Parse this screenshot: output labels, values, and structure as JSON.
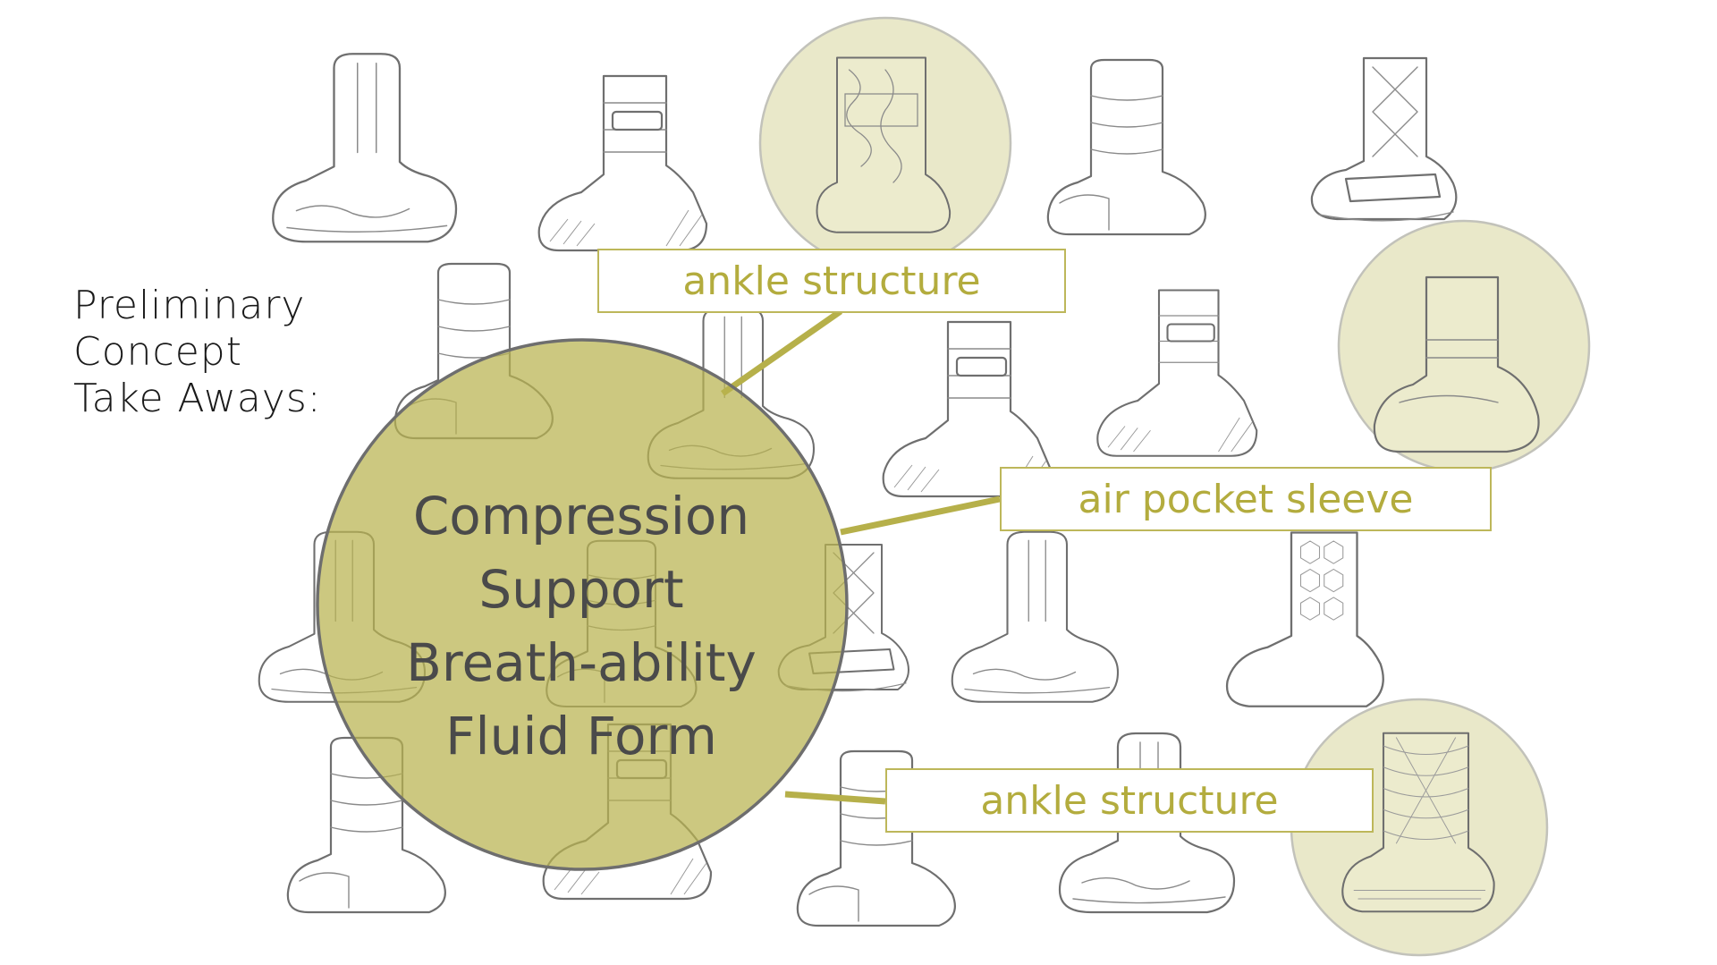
{
  "heading": {
    "lines": [
      "Preliminary",
      "Concept",
      "Take Aways:"
    ]
  },
  "takeaways": {
    "items": [
      "Compression",
      "Support",
      "Breath-ability",
      "Fluid Form"
    ]
  },
  "callouts": [
    {
      "label": "ankle structure"
    },
    {
      "label": "air pocket sleeve"
    },
    {
      "label": "ankle structure"
    }
  ],
  "colors": {
    "accent_olive": "#b8b34f",
    "callout_text": "#b3ac3e",
    "highlight_circle": "#e9e8c9",
    "sketch_line": "#6f6f6f",
    "takeaway_text": "#4a4a4a"
  }
}
